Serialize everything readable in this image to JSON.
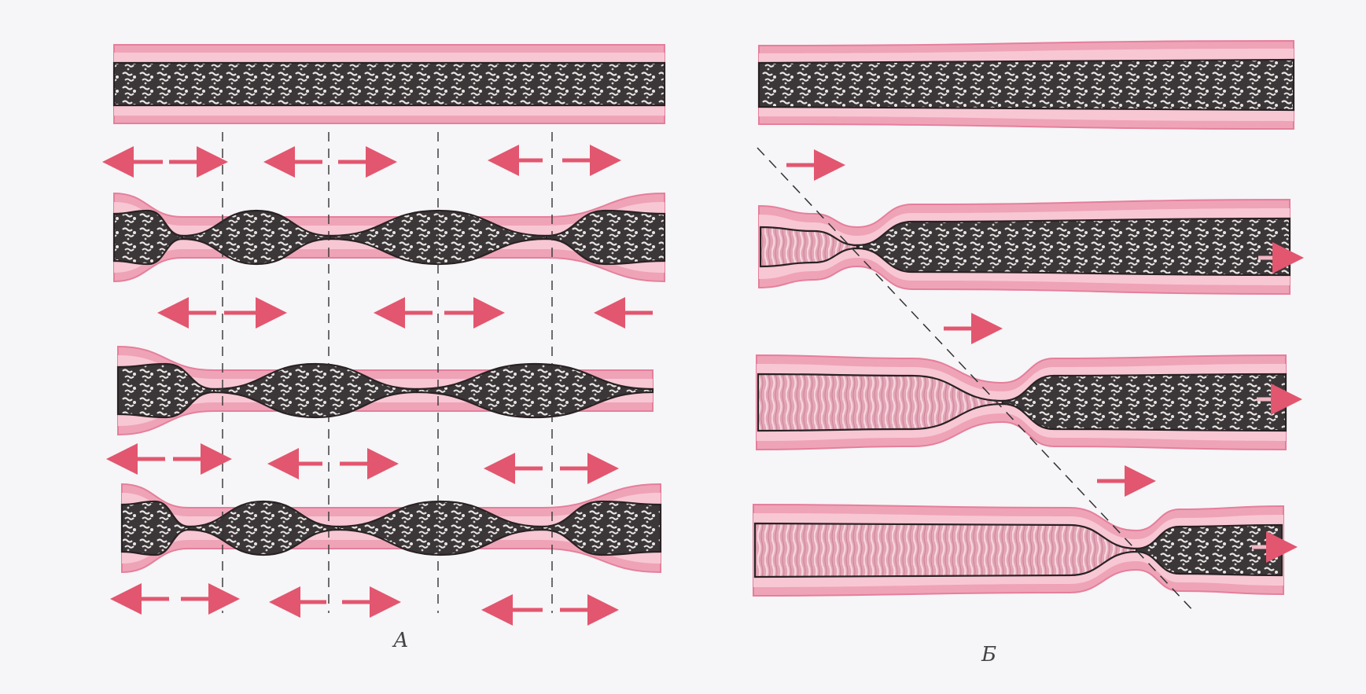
{
  "figure": {
    "panels": [
      {
        "id": "A",
        "label": "А"
      },
      {
        "id": "B",
        "label": "Б"
      }
    ],
    "colors": {
      "background": "#f6f5f7",
      "wall": "#efa3b7",
      "wall_outer": "#e57f9c",
      "wall_inner": "#f8c7d4",
      "contents": "#3b3638",
      "contents_speck": "#e9e6e4",
      "contracted_lumen": "#e0a0b1",
      "arrow": "#e2566f",
      "guide_line": "#333333"
    },
    "icons": [
      "arrow-left-icon",
      "arrow-right-icon"
    ]
  }
}
